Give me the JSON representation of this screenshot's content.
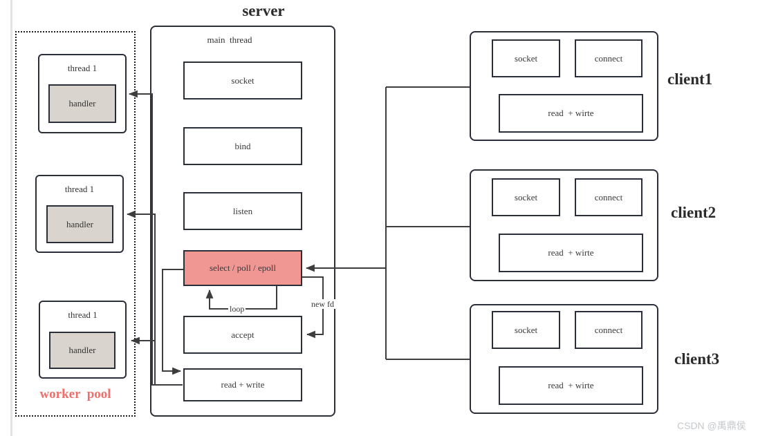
{
  "diagram": {
    "server": {
      "title": "server",
      "thread_label": "main  thread",
      "steps": [
        {
          "label": "socket",
          "highlight": false
        },
        {
          "label": "bind",
          "highlight": false
        },
        {
          "label": "listen",
          "highlight": false
        },
        {
          "label": "select / poll / epoll",
          "highlight": true
        },
        {
          "label": "accept",
          "highlight": false
        },
        {
          "label": "read + write",
          "highlight": false
        }
      ]
    },
    "worker_pool": {
      "label": "worker  pool",
      "threads": [
        {
          "label": "thread 1",
          "handler": "handler"
        },
        {
          "label": "thread 1",
          "handler": "handler"
        },
        {
          "label": "thread 1",
          "handler": "handler"
        }
      ]
    },
    "clients": [
      {
        "name": "client1",
        "boxes": [
          "socket",
          "connect",
          "read  + wirte"
        ]
      },
      {
        "name": "client2",
        "boxes": [
          "socket",
          "connect",
          "read  + wirte"
        ]
      },
      {
        "name": "client3",
        "boxes": [
          "socket",
          "connect",
          "read  + wirte"
        ]
      }
    ],
    "connector_labels": {
      "loop": "loop",
      "new_fd": "new fd"
    },
    "colors": {
      "box_border": "#2a2e39",
      "connector": "#3d3d3d",
      "select_highlight_fill": "#f09693",
      "handler_fill": "#d9d4ce",
      "worker_pool_label": "#ee6f6b",
      "title_text": "#2b2b2b",
      "watermark_text": "#c4c8cc"
    }
  },
  "watermark": {
    "text": "CSDN @禹鼎侯"
  }
}
